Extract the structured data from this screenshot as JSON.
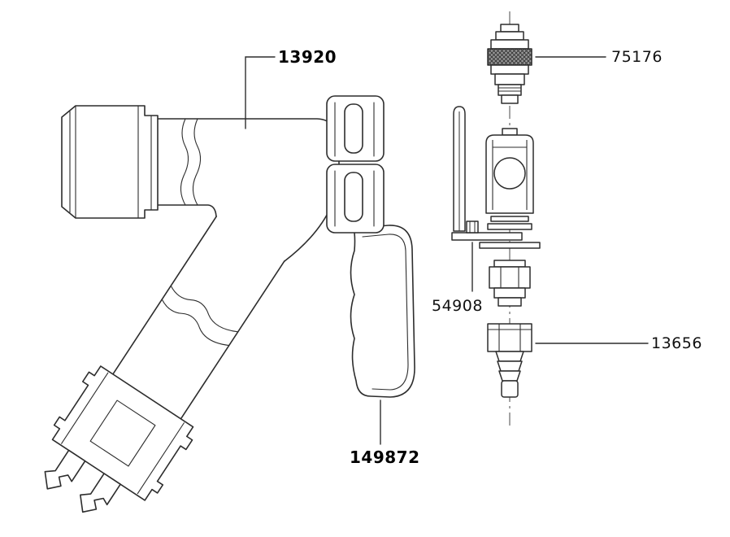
{
  "diagram": {
    "type": "exploded-parts-diagram",
    "background_color": "#ffffff",
    "line_color": "#2d2d2d",
    "labels": [
      {
        "number": "13920",
        "part": "elbow-tube"
      },
      {
        "number": "75176",
        "part": "quick-connect-coupler"
      },
      {
        "number": "54908",
        "part": "retaining-clip"
      },
      {
        "number": "13656",
        "part": "hose-barb-fitting"
      },
      {
        "number": "149872",
        "part": "handle-grip"
      }
    ]
  }
}
